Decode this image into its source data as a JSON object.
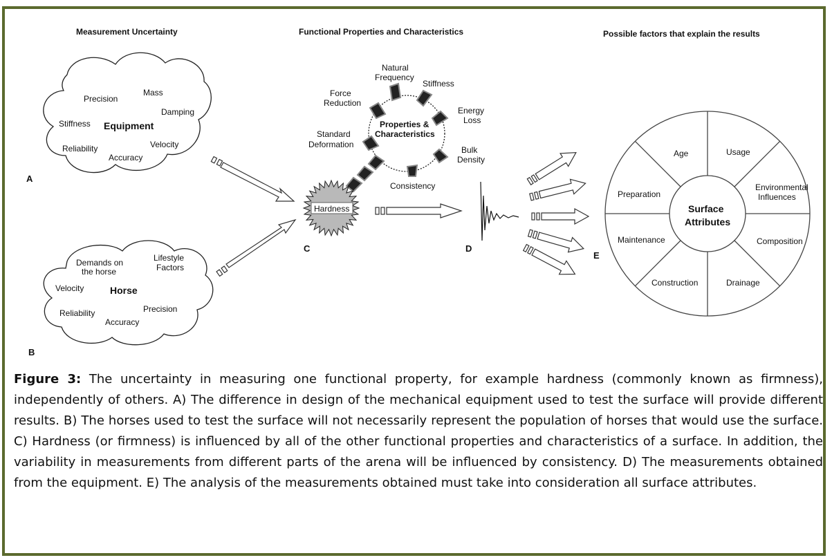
{
  "headings": {
    "measurement_uncertainty": "Measurement Uncertainty",
    "functional_properties": "Functional Properties and Characteristics",
    "possible_factors": "Possible factors that explain the results"
  },
  "panel_a": {
    "letter": "A",
    "title": "Equipment",
    "terms": [
      "Precision",
      "Mass",
      "Damping",
      "Stiffness",
      "Velocity",
      "Reliability",
      "Accuracy"
    ]
  },
  "panel_b": {
    "letter": "B",
    "title": "Horse",
    "terms": [
      "Demands on",
      "the horse",
      "Lifestyle",
      "Factors",
      "Velocity",
      "Reliability",
      "Precision",
      "Accuracy"
    ]
  },
  "panel_c": {
    "letter": "C",
    "center_line1": "Properties &",
    "center_line2": "Characteristics",
    "hardness": "Hardness",
    "properties": [
      "Natural",
      "Frequency",
      "Stiffness",
      "Force",
      "Reduction",
      "Energy",
      "Loss",
      "Standard",
      "Deformation",
      "Bulk",
      "Density",
      "Consistency"
    ]
  },
  "panel_d": {
    "letter": "D"
  },
  "panel_e": {
    "letter": "E",
    "center_line1": "Surface",
    "center_line2": "Attributes",
    "segments": [
      "Age",
      "Usage",
      "Environmental",
      "Influences",
      "Composition",
      "Drainage",
      "Construction",
      "Maintenance",
      "Preparation"
    ]
  },
  "caption": {
    "label": "Figure 3:",
    "text": " The uncertainty in measuring one functional property, for example hardness (commonly known as firmness), independently of others. A) The difference in design of the mechanical equipment used to test the surface will provide different results. B) The horses used to test the surface will not necessarily represent the population of horses that would use the surface. C) Hardness (or firmness) is influenced by all of the other functional properties and characteristics of a surface. In addition, the variability in measurements from different parts of the arena will be influenced by consistency. D) The measurements obtained from the equipment. E) The analysis of the measurements obtained must take into consideration all surface attributes."
  }
}
